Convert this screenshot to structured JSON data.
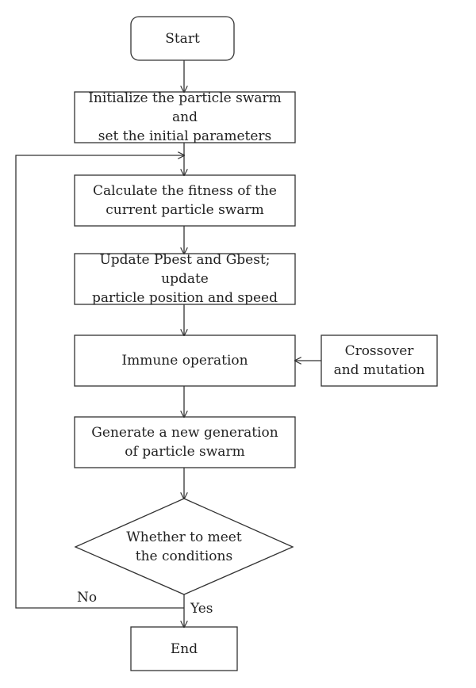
{
  "nodes": {
    "start": "Start",
    "init": "Initialize the particle swarm and\nset the initial parameters",
    "fitness": "Calculate the fitness of the\ncurrent particle swarm",
    "update": "Update Pbest and Gbest; update\nparticle position and speed",
    "immune": "Immune operation",
    "crossover": "Crossover\nand mutation",
    "generate": "Generate a new generation\nof particle swarm",
    "decision": "Whether to meet\nthe conditions",
    "end": "End"
  },
  "edges": {
    "no_label": "No",
    "yes_label": "Yes"
  }
}
